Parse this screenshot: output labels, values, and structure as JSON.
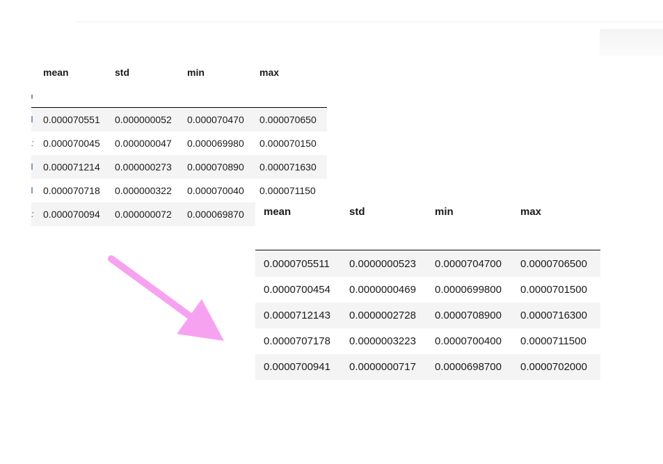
{
  "table_before": {
    "headers": [
      "mean",
      "std",
      "min",
      "max"
    ],
    "rows": [
      [
        "0.000070551",
        "0.000000052",
        "0.000070470",
        "0.000070650"
      ],
      [
        "0.000070045",
        "0.000000047",
        "0.000069980",
        "0.000070150"
      ],
      [
        "0.000071214",
        "0.000000273",
        "0.000070890",
        "0.000071630"
      ],
      [
        "0.000070718",
        "0.000000322",
        "0.000070040",
        "0.000071150"
      ],
      [
        "0.000070094",
        "0.000000072",
        "0.000069870",
        ""
      ]
    ]
  },
  "table_after": {
    "headers": [
      "mean",
      "std",
      "min",
      "max"
    ],
    "rows": [
      [
        "0.0000705511",
        "0.0000000523",
        "0.0000704700",
        "0.0000706500"
      ],
      [
        "0.0000700454",
        "0.0000000469",
        "0.0000699800",
        "0.0000701500"
      ],
      [
        "0.0000712143",
        "0.0000002728",
        "0.0000708900",
        "0.0000716300"
      ],
      [
        "0.0000707178",
        "0.0000003223",
        "0.0000700400",
        "0.0000711500"
      ],
      [
        "0.0000700941",
        "0.0000000717",
        "0.0000698700",
        "0.0000702000"
      ]
    ]
  },
  "arrow": {
    "icon": "arrow-down-right-icon",
    "color": "#f7a2f0"
  },
  "colors": {
    "stripe": "#f4f4f4",
    "index_marker": "#7a9cc5"
  }
}
